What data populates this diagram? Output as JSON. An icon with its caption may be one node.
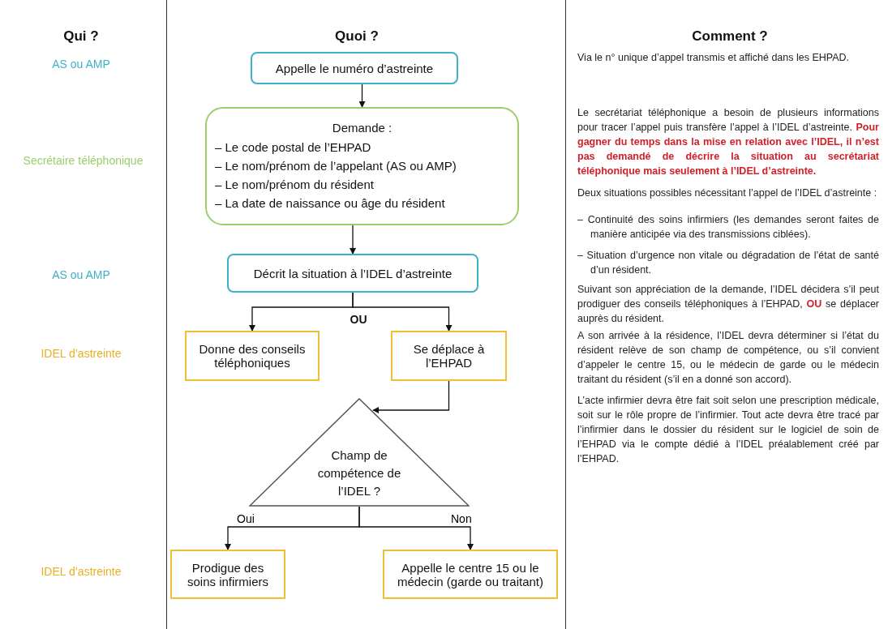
{
  "diagram": {
    "nodes": [
      {
        "text": [
          "Appelle le numéro d’astreinte"
        ]
      },
      {
        "text": [
          "Demande :",
          "–  Le code postal de l’EHPAD",
          "–  Le nom/prénom de l’appelant (AS ou AMP)",
          "–  Le nom/prénom du résident",
          "–  La date de naissance ou âge du résident"
        ]
      },
      {
        "text": [
          "Décrit la situation à l’IDEL d’astreinte"
        ]
      },
      {
        "text": [
          "Donne des conseils téléphoniques"
        ]
      },
      {
        "text": [
          "Se déplace à l’EHPAD"
        ]
      },
      {
        "text": [
          "Champ de compétence de l’IDEL ?"
        ]
      },
      {
        "text": [
          "Prodigue des soins infirmiers"
        ]
      },
      {
        "text": [
          "Appelle le centre 15 ou le médecin (garde ou traitant)"
        ]
      }
    ],
    "edges": [
      {
        "from": 0,
        "to": 1,
        "arrow": "to"
      },
      {
        "from": 1,
        "to": 2,
        "arrow": "to"
      },
      {
        "from": 2,
        "to": 3,
        "arrow": "to"
      },
      {
        "from": 2,
        "to": 4,
        "arrow": "to"
      },
      {
        "from": 4,
        "to": 5,
        "arrow": "to"
      },
      {
        "from": 5,
        "to": 6,
        "arrow": "to",
        "label": "Oui"
      },
      {
        "from": 5,
        "to": 7,
        "arrow": "to",
        "label": "Non"
      }
    ],
    "labels": [
      "Qui ?",
      "AS ou AMP",
      "Secrétaire téléphonique",
      "AS ou AMP",
      "IDEL d’astreinte",
      "IDEL d’astreinte",
      "Quoi ?",
      "OU",
      "Comment ?",
      "Via le n° unique d’appel transmis et affiché dans les EHPAD.",
      "Le secrétariat téléphonique a besoin de plusieurs informations pour tracer l’appel puis transfère l’appel à l’IDEL d’astreinte. **Pour gagner du temps dans la mise en relation avec l’IDEL, il n’est pas demandé de décrire la situation au secrétariat téléphonique mais seulement à l’IDEL d’astreinte.**",
      "Deux situations possibles nécessitant l’appel de l’IDEL d’astreinte :",
      "–  Continuité des soins infirmiers (les demandes seront faites de manière anticipée via des transmissions ciblées).",
      "–  Situation d’urgence non vitale ou dégradation de l’état de santé d’un résident.",
      "Suivant son appréciation de la demande, l’IDEL décidera s’il peut prodiguer des conseils téléphoniques à l’EHPAD, **OU** se déplacer auprès du résident.",
      "A son arrivée à la résidence, l’IDEL devra déterminer si l’état du résident relève de son champ de compétence, ou s’il convient d’appeler le centre 15, ou le médecin de garde ou le médecin traitant du résident (s’il en a donné son accord).",
      "L’acte infirmier devra être fait soit selon une prescription médicale, soit sur le rôle propre de l’infirmier. Tout acte devra être tracé par l’infirmier dans le dossier du résident sur le logiciel de soin de l’EHPAD via le compte dédié à l’IDEL préalablement créé par l’EHPAD."
    ]
  }
}
